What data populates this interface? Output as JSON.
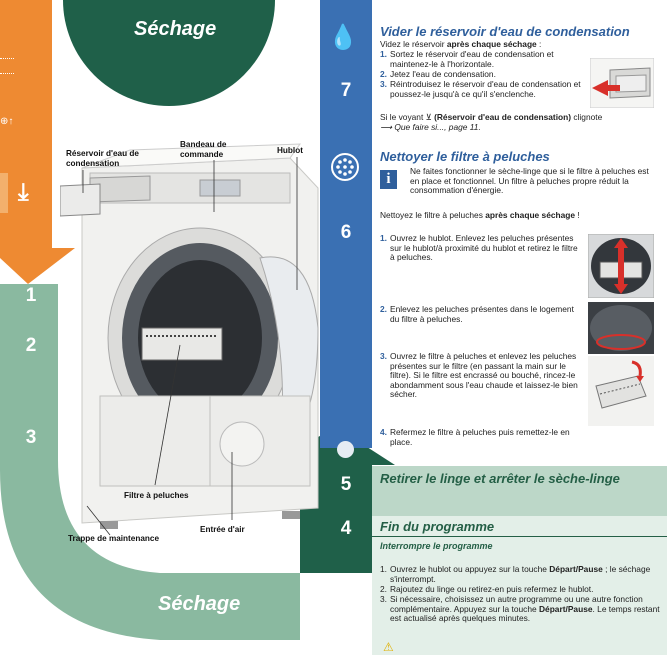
{
  "flow": {
    "top_label": "Séchage",
    "bottom_label": "Séchage",
    "left_numbers": [
      "1",
      "2",
      "3"
    ],
    "right_numbers": [
      "7",
      "6",
      "5",
      "4"
    ]
  },
  "diagram": {
    "labels": {
      "reservoir": "Réservoir d'eau de condensation",
      "bandeau": "Bandeau de commande",
      "hublot": "Hublot",
      "filtre": "Filtre à peluches",
      "trappe": "Trappe de maintenance",
      "entree": "Entrée d'air"
    }
  },
  "sections": {
    "vider": {
      "title": "Vider le réservoir d'eau de condensation",
      "intro_a": "Videz le réservoir ",
      "intro_b": "après chaque séchage",
      "intro_c": " :",
      "steps": [
        "Sortez le réservoir d'eau de condensation et maintenez-le à l'horizontale.",
        "Jetez l'eau de condensation.",
        "Réintroduisez le réservoir d'eau de condensation et poussez-le jusqu'à ce qu'il s'enclenche."
      ],
      "note_a": "Si le voyant ",
      "note_b": "(Réservoir d'eau de condensation)",
      "note_c": " clignote",
      "note_ref": "⟶ Que faire si..., page 11."
    },
    "nettoyer": {
      "title": "Nettoyer le filtre à peluches",
      "info": "Ne faites fonctionner le sèche-linge que si le filtre à peluches est en place et fonctionnel. Un filtre à peluches propre réduit la consommation d'énergie.",
      "intro_a": "Nettoyez le filtre à peluches ",
      "intro_b": "après chaque séchage",
      "intro_c": " !",
      "steps": [
        "Ouvrez le hublot. Enlevez les peluches présentes sur le hublot/à proximité du hublot et retirez le filtre à peluches.",
        "Enlevez les peluches présentes dans le logement du filtre à peluches.",
        "Ouvrez le filtre à peluches et enlevez les peluches présentes sur le filtre (en passant la main sur le filtre). Si le filtre est encrassé ou bouché, rincez-le abondamment sous l'eau chaude et laissez-le bien sécher.",
        "Refermez le filtre à peluches puis remettez-le en place."
      ]
    },
    "retirer": {
      "title": "Retirer le linge et arrêter le sèche-linge"
    },
    "fin": {
      "title": "Fin du programme",
      "subtitle": "Interrompre le programme",
      "step1_a": "Ouvrez le hublot ou appuyez sur la touche ",
      "step1_b": "Départ/Pause",
      "step1_c": " ; le séchage s'interrompt.",
      "step2": "Rajoutez du linge ou retirez-en puis refermez le hublot.",
      "step3_a": "Si nécessaire, choisissez un autre programme ou une autre fonction complémentaire. Appuyez sur la touche ",
      "step3_b": "Départ/Pause",
      "step3_c": ". Le temps restant est actualisé après quelques minutes."
    }
  },
  "colors": {
    "blue": "#3a70b3",
    "dark_green": "#1f6049",
    "light_green": "#8ab9a0",
    "orange": "#ee8a32",
    "pale_green": "#e3efe8"
  }
}
